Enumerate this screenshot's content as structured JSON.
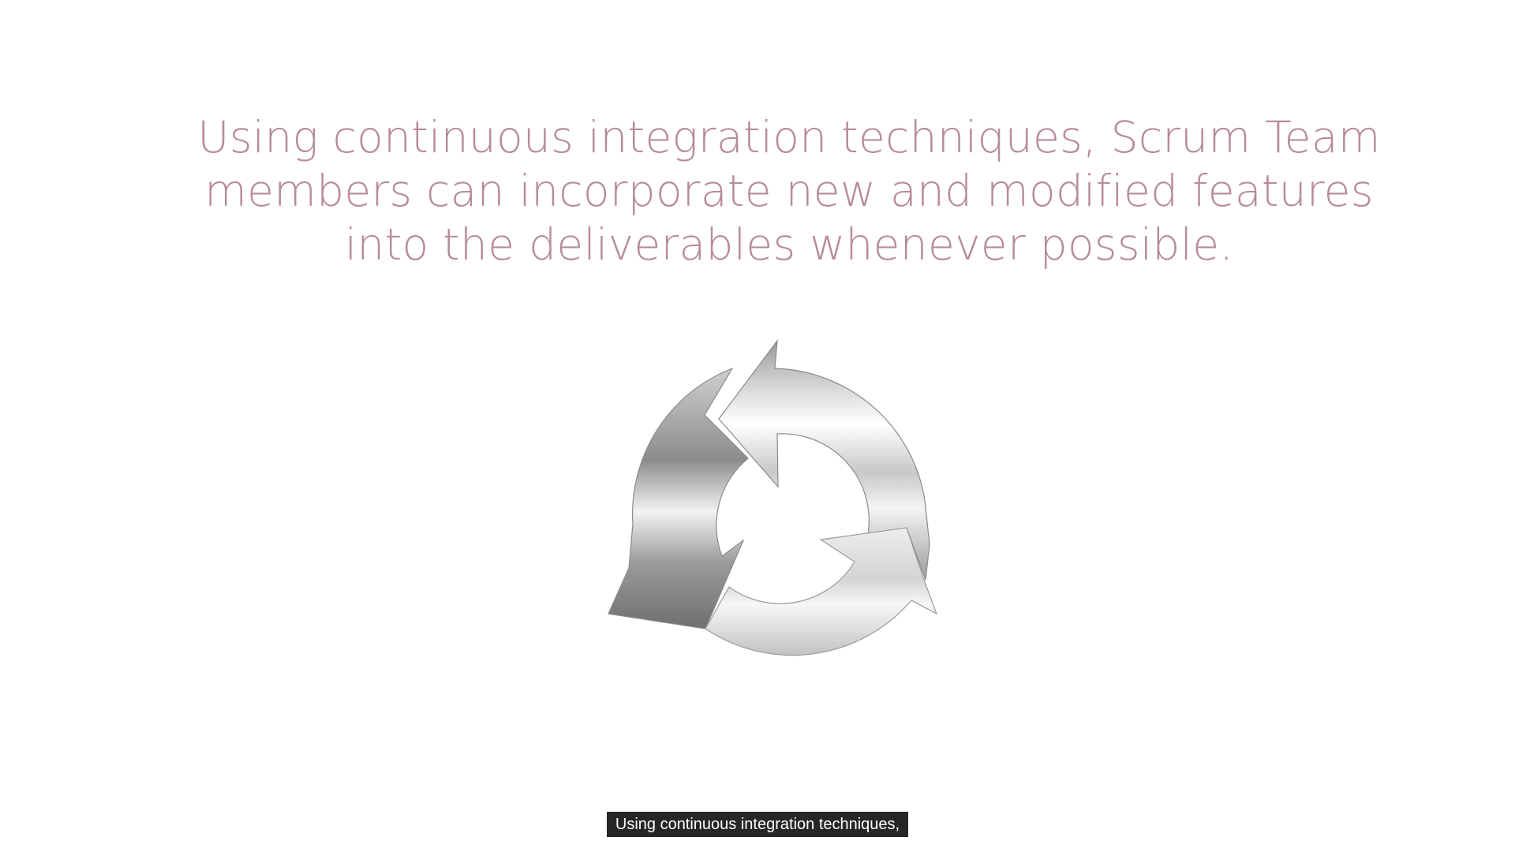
{
  "slide": {
    "headline_lines": [
      "Using continuous integration techniques, Scrum Team",
      "members can incorporate new and modified features",
      "into the deliverables whenever possible."
    ],
    "graphic_icon": "cycle-arrows-icon",
    "colors": {
      "headline": "#b78b9b",
      "background": "#ffffff",
      "caption_bg": "#262626",
      "caption_text": "#ffffff"
    }
  },
  "caption": {
    "text": "Using continuous integration techniques,"
  }
}
